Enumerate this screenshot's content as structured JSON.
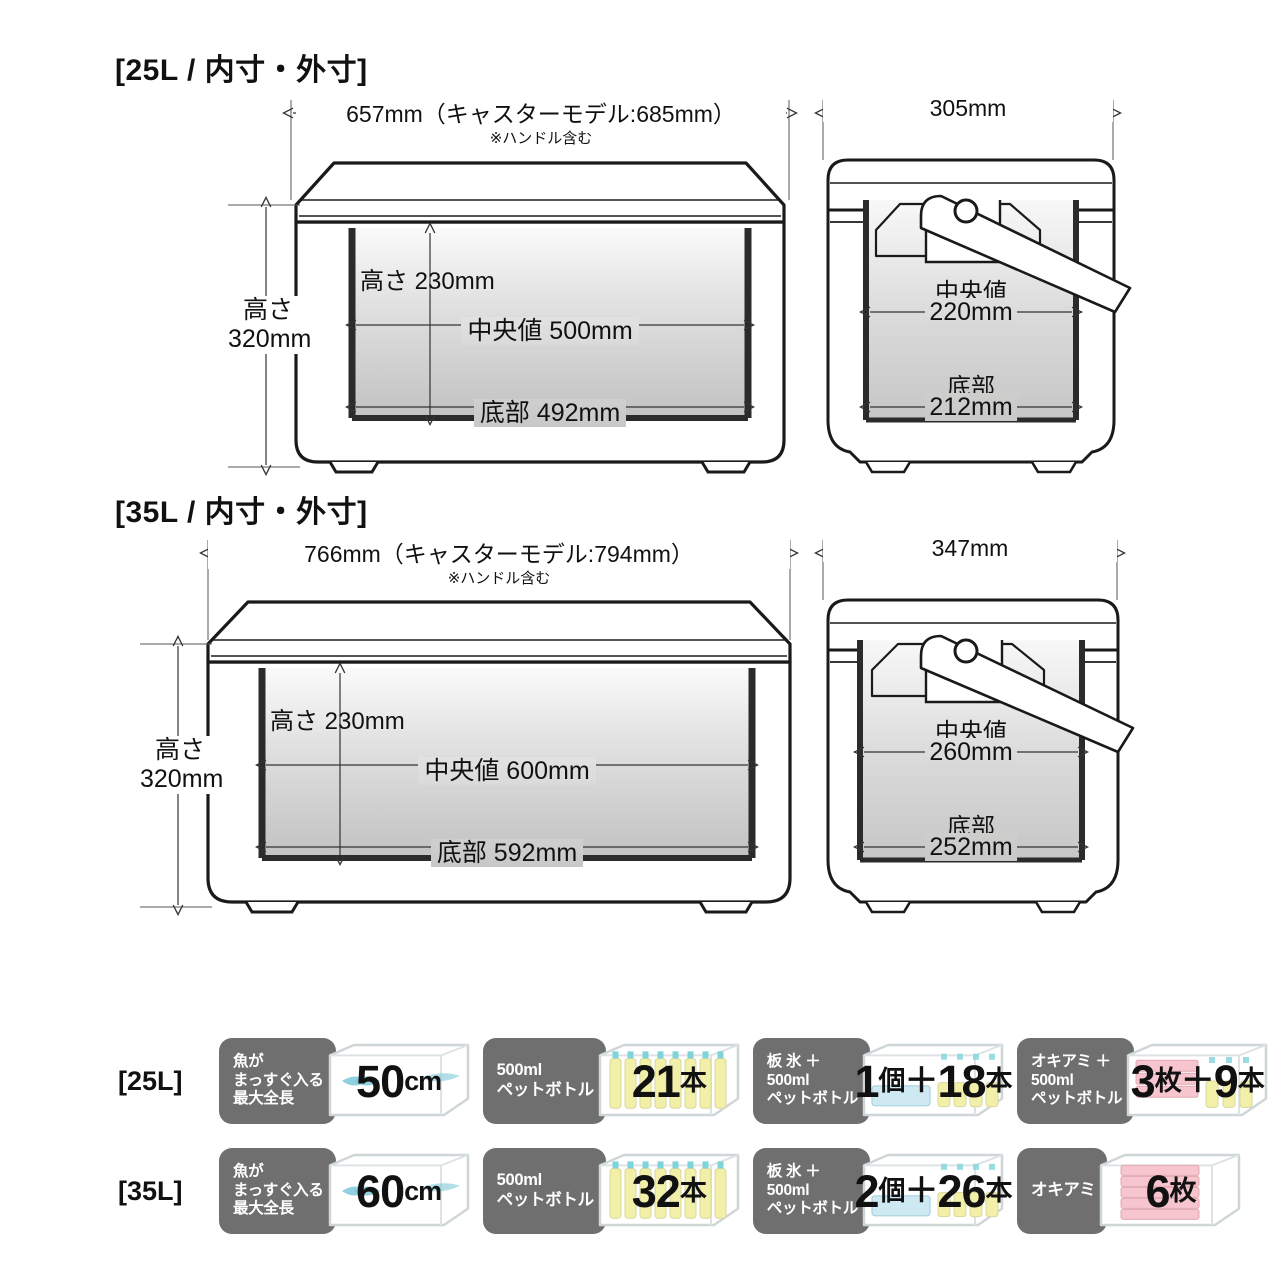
{
  "sections": [
    {
      "title": "[25L / 内寸・外寸]",
      "front": {
        "top_dim": "657mm（キャスターモデル:685mm）",
        "top_note": "※ハンドル含む",
        "height_outer": [
          "高さ",
          "320mm"
        ],
        "height_inner": "高さ 230mm",
        "width_mid": "中央値 500mm",
        "width_bottom": "底部 492mm"
      },
      "side": {
        "top_dim": "305mm",
        "mid_label": "中央値",
        "mid_value": "220mm",
        "bottom_label": "底部",
        "bottom_value": "212mm"
      }
    },
    {
      "title": "[35L / 内寸・外寸]",
      "front": {
        "top_dim": "766mm（キャスターモデル:794mm）",
        "top_note": "※ハンドル含む",
        "height_outer": [
          "高さ",
          "320mm"
        ],
        "height_inner": "高さ 230mm",
        "width_mid": "中央値 600mm",
        "width_bottom": "底部 592mm"
      },
      "side": {
        "top_dim": "347mm",
        "mid_label": "中央値",
        "mid_value": "260mm",
        "bottom_label": "底部",
        "bottom_value": "252mm"
      }
    }
  ],
  "capacity_rows": [
    {
      "label": "[25L]",
      "badges": [
        {
          "lines": [
            "魚が",
            "まっすぐ入る",
            "最大全長"
          ],
          "art": "fish-length",
          "qty": [
            {
              "t": "50",
              "c": "big"
            },
            {
              "t": "cm",
              "c": "unit"
            }
          ]
        },
        {
          "lines": [
            "500ml",
            "ペットボトル"
          ],
          "art": "bottles",
          "qty": [
            {
              "t": "21",
              "c": "big"
            },
            {
              "t": "本",
              "c": "unit"
            }
          ]
        },
        {
          "lines": [
            "板 氷 ＋",
            "500ml",
            "ペットボトル"
          ],
          "art": "ice-bottles",
          "qty": [
            {
              "t": "1",
              "c": "big"
            },
            {
              "t": "個",
              "c": "unit"
            },
            {
              "t": "＋",
              "c": "plus"
            },
            {
              "t": "18",
              "c": "big2"
            },
            {
              "t": "本",
              "c": "unit"
            }
          ]
        },
        {
          "lines": [
            "オキアミ ＋",
            "500ml",
            "ペットボトル"
          ],
          "art": "krill-bottles",
          "qty": [
            {
              "t": "3",
              "c": "big"
            },
            {
              "t": "枚",
              "c": "unit"
            },
            {
              "t": "＋",
              "c": "plus"
            },
            {
              "t": "9",
              "c": "big2"
            },
            {
              "t": "本",
              "c": "unit"
            }
          ]
        }
      ]
    },
    {
      "label": "[35L]",
      "badges": [
        {
          "lines": [
            "魚が",
            "まっすぐ入る",
            "最大全長"
          ],
          "art": "fish-length",
          "qty": [
            {
              "t": "60",
              "c": "big"
            },
            {
              "t": "cm",
              "c": "unit"
            }
          ]
        },
        {
          "lines": [
            "500ml",
            "ペットボトル"
          ],
          "art": "bottles",
          "qty": [
            {
              "t": "32",
              "c": "big"
            },
            {
              "t": "本",
              "c": "unit"
            }
          ]
        },
        {
          "lines": [
            "板 氷 ＋",
            "500ml",
            "ペットボトル"
          ],
          "art": "ice-bottles",
          "qty": [
            {
              "t": "2",
              "c": "big"
            },
            {
              "t": "個",
              "c": "unit"
            },
            {
              "t": "＋",
              "c": "plus"
            },
            {
              "t": "26",
              "c": "big2"
            },
            {
              "t": "本",
              "c": "unit"
            }
          ]
        },
        {
          "lines": [
            "オキアミ"
          ],
          "art": "krill",
          "qty": [
            {
              "t": "6",
              "c": "big"
            },
            {
              "t": "枚",
              "c": "unit"
            }
          ]
        }
      ]
    }
  ],
  "colors": {
    "pill": "#6f6f6f",
    "outline": "#1a1a1a",
    "interior_light": "#f7f7f7",
    "interior_dark": "#c4c4c4",
    "bottle": "#f2f0a8",
    "bottle_cap": "#7fd4d9",
    "krill": "#f6c5ce",
    "fish_arrow": "#7ec8d8"
  }
}
